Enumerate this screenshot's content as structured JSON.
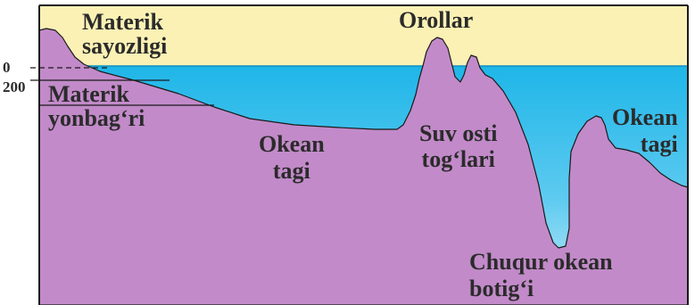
{
  "depth_ticks": {
    "zero": "0",
    "two_hundred": "200"
  },
  "labels": {
    "shelf": [
      "Materik",
      "sayozligi"
    ],
    "islands": "Orollar",
    "slope": [
      "Materik",
      "yonbag‘ri"
    ],
    "ocean_floor_left": [
      "Okean",
      "tagi"
    ],
    "seamounts": [
      "Suv osti",
      "tog‘lari"
    ],
    "ocean_floor_right": [
      "Okean",
      "tagi"
    ],
    "trench": [
      "Chuqur okean",
      "botig‘i"
    ]
  },
  "colors": {
    "sky": "#fbf1b4",
    "sea_top": "#1fb6e8",
    "sea_bottom": "#c6ecfa",
    "land": "#c28ac9",
    "outline": "#1a1a1a"
  }
}
